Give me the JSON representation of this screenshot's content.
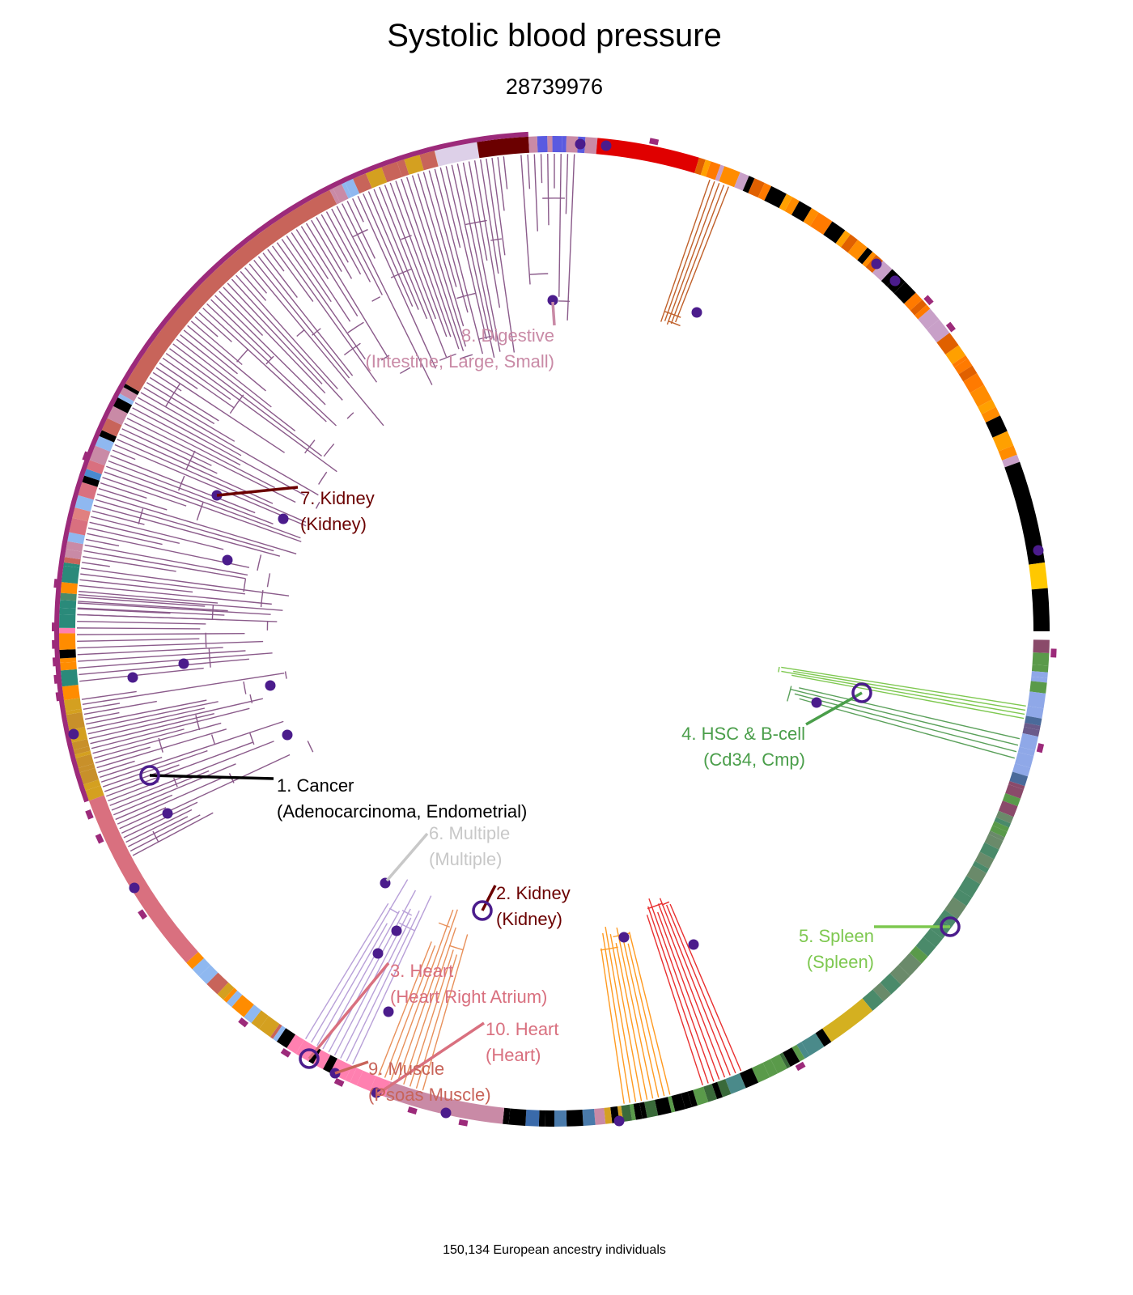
{
  "title": "Systolic blood pressure",
  "subtitle": "28739976",
  "footer": "150,134 European ancestry individuals",
  "annotations": [
    {
      "line1": "1. Cancer",
      "line2": "(Adenocarcinoma, Endometrial)",
      "color": "#000000"
    },
    {
      "line1": "2. Kidney",
      "line2": "(Kidney)",
      "color": "#6b0000"
    },
    {
      "line1": "3. Heart",
      "line2": "(Heart Right Atrium)",
      "color": "#d9707f"
    },
    {
      "line1": "4. HSC & B-cell",
      "line2": "(Cd34, Cmp)",
      "color": "#4a9e4a"
    },
    {
      "line1": "5. Spleen",
      "line2": "(Spleen)",
      "color": "#7ec850"
    },
    {
      "line1": "6. Multiple",
      "line2": "(Multiple)",
      "color": "#c8c8c8"
    },
    {
      "line1": "7. Kidney",
      "line2": "(Kidney)",
      "color": "#6b0000"
    },
    {
      "line1": "8. Digestive",
      "line2": "(Intestine, Large, Small)",
      "color": "#c98aa6"
    },
    {
      "line1": "9. Muscle",
      "line2": "(Psoas Muscle)",
      "color": "#c8645a"
    },
    {
      "line1": "10. Heart",
      "line2": "(Heart)",
      "color": "#d9707f"
    }
  ],
  "colors": {
    "dendrogram": "#8a5a8a",
    "dot": "#4b1c8c",
    "outer_band": "#9c2a7a"
  }
}
